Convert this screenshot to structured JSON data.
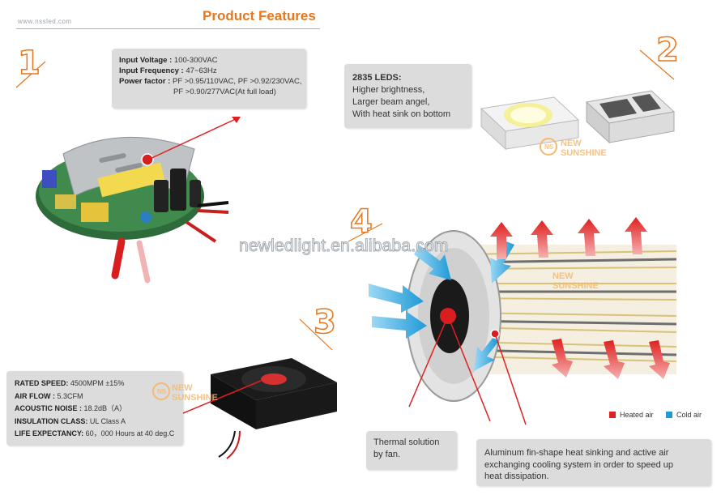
{
  "header": {
    "site": "www.nssled.com",
    "title": "Product Features"
  },
  "driver": {
    "number": "1",
    "lines": [
      {
        "label": "Input Voltage :",
        "value": " 100-300VAC"
      },
      {
        "label": "Input Frequency :",
        "value": " 47~63Hz"
      },
      {
        "label": "Power factor :",
        "value": " PF >0.95/110VAC, PF >0.92/230VAC,"
      },
      {
        "label": "",
        "value": "PF >0.90/277VAC(At full load)"
      }
    ]
  },
  "leds": {
    "number": "2",
    "heading": "2835 LEDS:",
    "lines": [
      "Higher brightness,",
      "Larger beam angel,",
      "With heat sink on bottom"
    ]
  },
  "fan": {
    "number": "3",
    "specs": [
      {
        "label": "RATED SPEED:",
        "value": " 4500MPM ±15%"
      },
      {
        "label": "AIR FLOW :",
        "value": " 5.3CFM"
      },
      {
        "label": "ACOUSTIC NOISE :",
        "value": " 18.2dB（A）"
      },
      {
        "label": "INSULATION CLASS:",
        "value": " UL Class A"
      },
      {
        "label": "LIFE EXPECTANCY:",
        "value": " 60，000 Hours at 40 deg.C"
      }
    ]
  },
  "cooling": {
    "number": "4",
    "legend": {
      "heated": "Heated air",
      "cold": "Cold air"
    },
    "thermal_note": [
      "Thermal solution",
      "by fan."
    ],
    "alu_note": [
      "Aluminum fin-shape heat sinking and active air",
      "exchanging cooling system in order to speed up",
      "heat dissipation."
    ]
  },
  "brand": {
    "line1": "NEW",
    "line2": "SUNSHINE",
    "logo": "NS"
  },
  "watermark": "newledlight.en.alibaba.com",
  "colors": {
    "accent": "#e8761c",
    "heated": "#e02020",
    "cold": "#1e9ad6",
    "box": "#dcdcdc"
  }
}
